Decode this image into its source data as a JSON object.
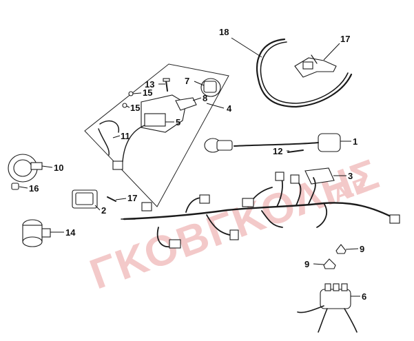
{
  "watermark": {
    "main": "ΓΚΟΒΓΚΟΛΗΣ",
    "suffix": "Α.Ε."
  },
  "callouts": [
    "1",
    "2",
    "3",
    "4",
    "5",
    "6",
    "7",
    "8",
    "9",
    "9",
    "10",
    "11",
    "12",
    "13",
    "14",
    "15",
    "15",
    "16",
    "17",
    "17",
    "18"
  ],
  "colors": {
    "line": "#111111",
    "watermark": "#f3c9c9",
    "background": "#ffffff"
  }
}
